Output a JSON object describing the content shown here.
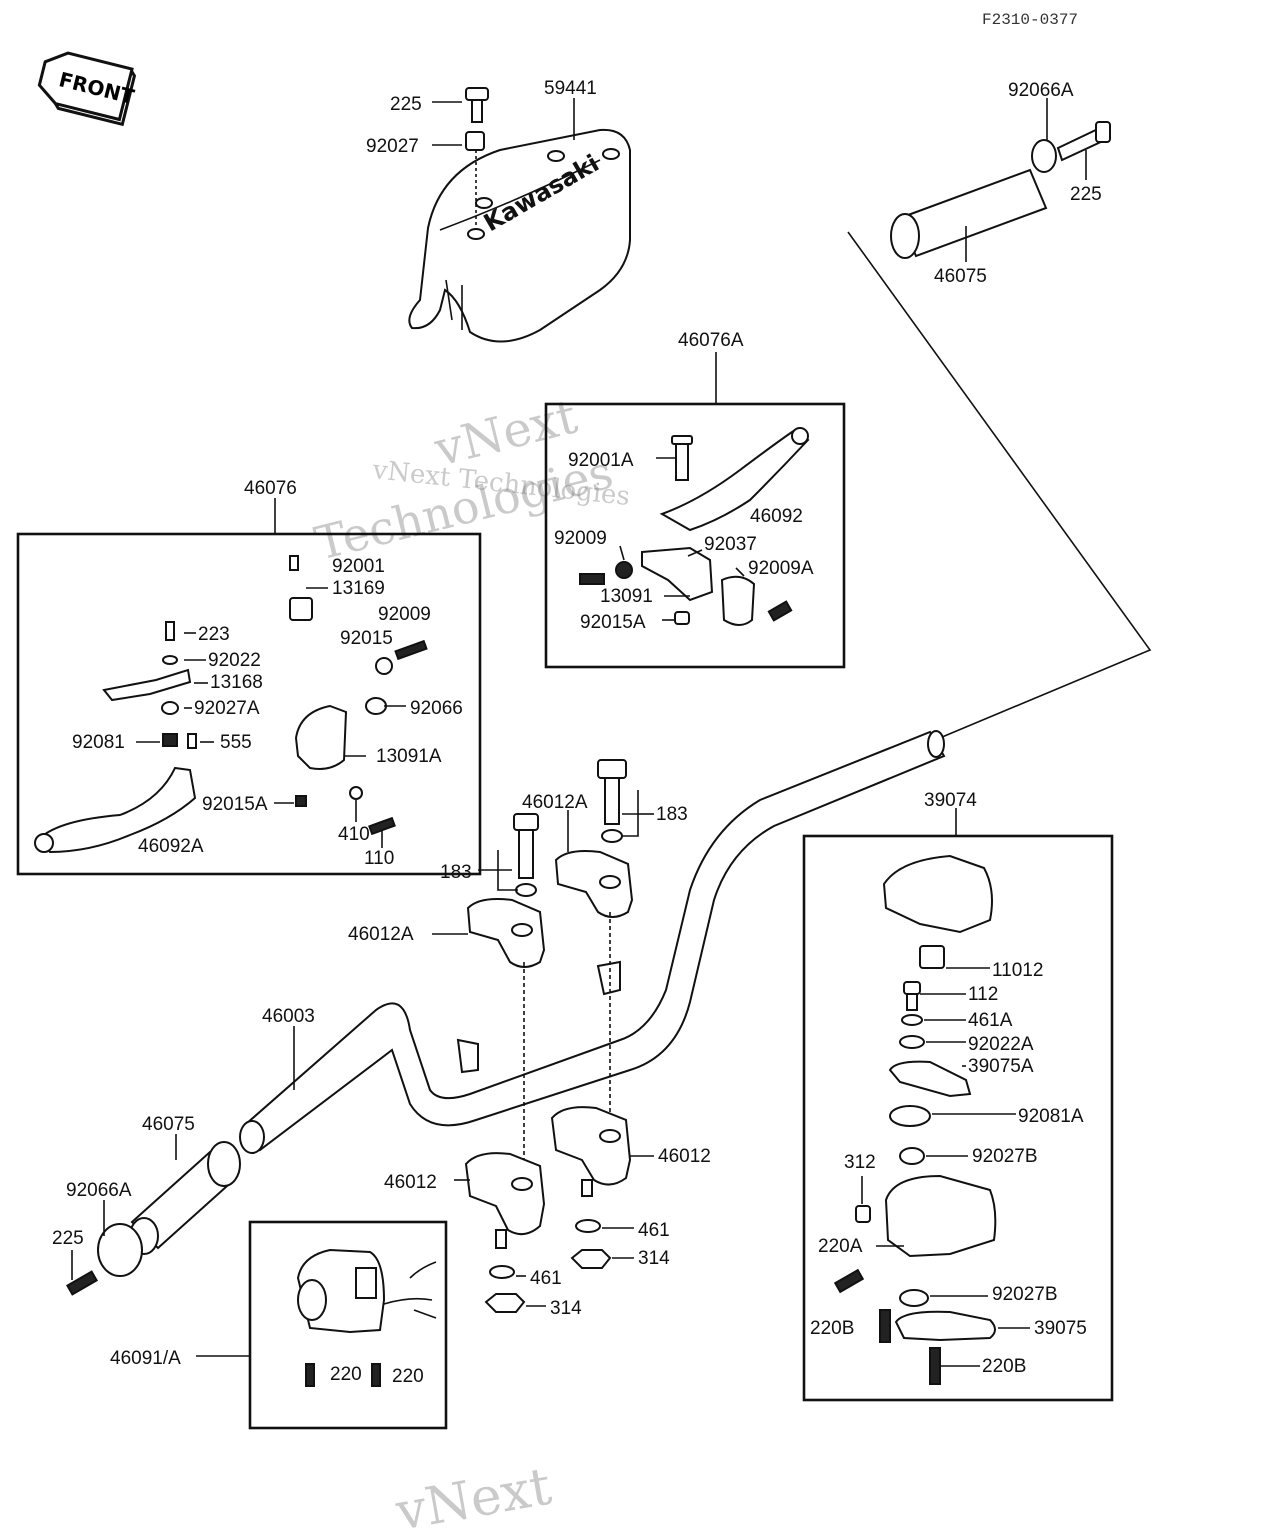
{
  "drawing_code": "F2310-0377",
  "front_badge": "FRONT",
  "brand_mark": "Kawasaki",
  "watermark": {
    "line1": "vNext Technologies",
    "line2": "vNext",
    "line3": "Technologies"
  },
  "labels": {
    "l225a": "225",
    "l59441": "59441",
    "l92027": "92027",
    "l92066a_r": "92066A",
    "l225_r": "225",
    "l46075_r": "46075",
    "l46076a": "46076A",
    "l92001a": "92001A",
    "l46092": "46092",
    "l92009_b": "92009",
    "l92037": "92037",
    "l92009a": "92009A",
    "l13091": "13091",
    "l92015a_b": "92015A",
    "l46076": "46076",
    "l92001": "92001",
    "l13169": "13169",
    "l92009_a": "92009",
    "l223": "223",
    "l92015": "92015",
    "l92022": "92022",
    "l13168": "13168",
    "l92027a": "92027A",
    "l92066": "92066",
    "l92081": "92081",
    "l555": "555",
    "l13091a": "13091A",
    "l92015a_a": "92015A",
    "l410": "410",
    "l110": "110",
    "l46092a": "46092A",
    "l46012a_1": "46012A",
    "l183_1": "183",
    "l183_2": "183",
    "l46012a_2": "46012A",
    "l39074": "39074",
    "l11012": "11012",
    "l112": "112",
    "l461a": "461A",
    "l92022a": "92022A",
    "l39075a": "39075A",
    "l46003": "46003",
    "l92081a": "92081A",
    "l46075_l": "46075",
    "l312": "312",
    "l92027b_1": "92027B",
    "l46012_r": "46012",
    "l46012_l": "46012",
    "l92066a_l": "92066A",
    "l220a": "220A",
    "l461_r": "461",
    "l225_l": "225",
    "l314_r": "314",
    "l461_l": "461",
    "l92027b_2": "92027B",
    "l220b_1": "220B",
    "l39075": "39075",
    "l314_l": "314",
    "l46091a": "46091/A",
    "l220_1": "220",
    "l220_2": "220",
    "l220b_2": "220B"
  }
}
